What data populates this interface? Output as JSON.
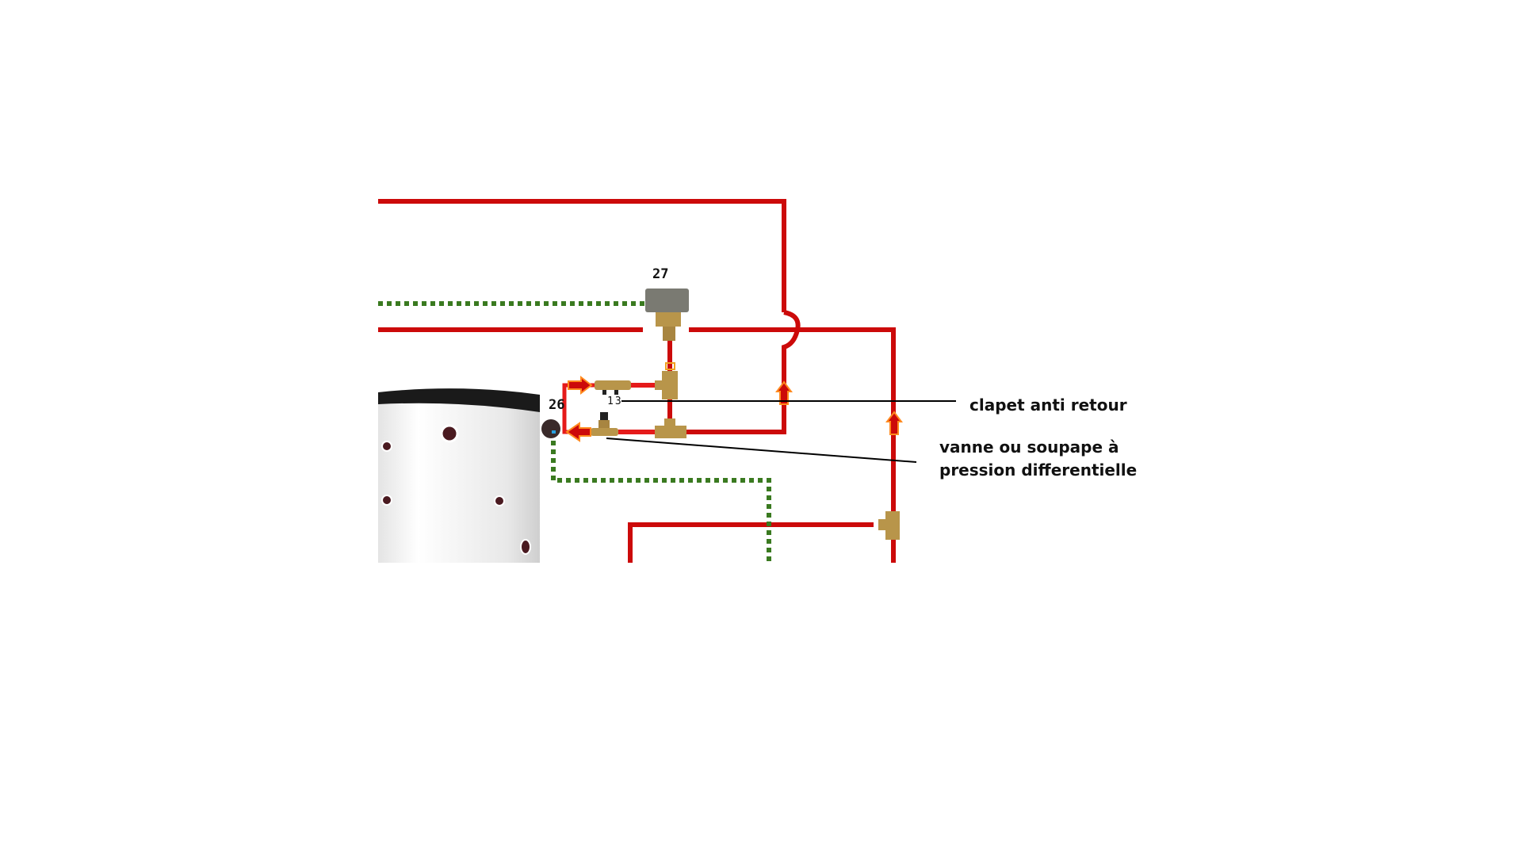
{
  "labels": {
    "component_27": "27",
    "component_26": "26",
    "component_13": "13"
  },
  "annotations": {
    "check_valve": "clapet anti retour",
    "diff_valve_line1": "vanne ou soupape à",
    "diff_valve_line2": "pression differentielle"
  },
  "colors": {
    "pipe": "#cc0000",
    "control_wire": "#3a7a20",
    "arrow": "#ff8a1e"
  }
}
